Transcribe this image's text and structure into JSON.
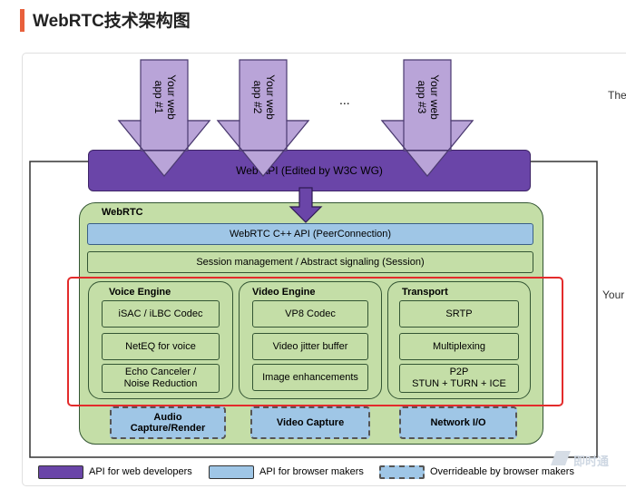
{
  "heading": "WebRTC技术架构图",
  "side_text": [
    "The",
    "Your"
  ],
  "apps": [
    {
      "label_line1": "Your web",
      "label_line2": "app #1"
    },
    {
      "label_line1": "Your web",
      "label_line2": "app #2"
    },
    {
      "label_line1": "Your web",
      "label_line2": "app #3"
    }
  ],
  "ellipsis": "...",
  "web_api": "Web API (Edited by W3C WG)",
  "webrtc_title": "WebRTC",
  "cpp_api": "WebRTC C++ API (PeerConnection)",
  "session": "Session management / Abstract signaling (Session)",
  "engines": [
    {
      "title": "Voice Engine",
      "items": [
        "iSAC / iLBC Codec",
        "NetEQ for voice",
        "Echo Canceler /\nNoise Reduction"
      ]
    },
    {
      "title": "Video Engine",
      "items": [
        "VP8 Codec",
        "Video jitter buffer",
        "Image enhancements"
      ]
    },
    {
      "title": "Transport",
      "items": [
        "SRTP",
        "Multiplexing",
        "P2P\nSTUN + TURN + ICE"
      ]
    }
  ],
  "overrideables": [
    "Audio\nCapture/Render",
    "Video Capture",
    "Network I/O"
  ],
  "legend": [
    {
      "label": "API for web developers",
      "color": "#6a45a8"
    },
    {
      "label": "API for browser makers",
      "color": "#9fc6e6"
    },
    {
      "label": "Overrideable by browser makers",
      "color": "#9fc6e6"
    }
  ],
  "watermark": "即时通",
  "colors": {
    "web_api": "#6a45a8",
    "browser_api": "#9fc6e6",
    "webrtc_green": "#c4dea7",
    "arrow": "#b9a4d8",
    "highlight_red": "#e32b2b"
  }
}
